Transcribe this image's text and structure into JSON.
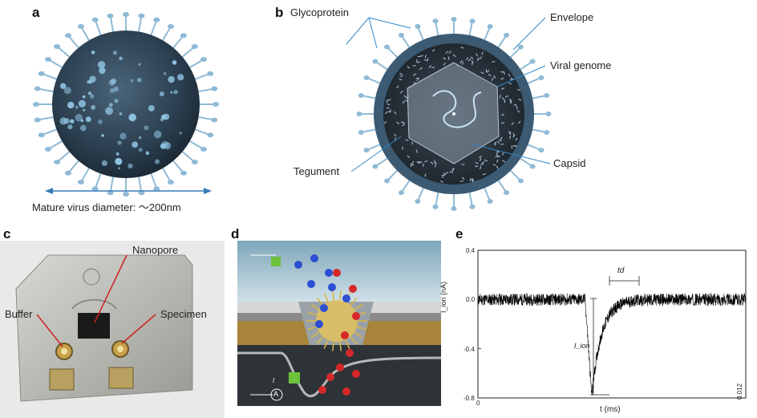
{
  "panels": {
    "a": {
      "letter": "a",
      "caption": "Mature virus diameter: ～200nm"
    },
    "b": {
      "letter": "b",
      "labels": {
        "glycoprotein": "Glycoprotein",
        "envelope": "Envelope",
        "viral_genome": "Viral genome",
        "tegument": "Tegument",
        "capsid": "Capsid"
      }
    },
    "c": {
      "letter": "c",
      "labels": {
        "nanopore": "Nanopore",
        "buffer": "Buffer",
        "specimen": "Specimen"
      }
    },
    "d": {
      "letter": "d",
      "ammeter_symbol": "A",
      "current_label": "I"
    },
    "e": {
      "letter": "e"
    }
  },
  "chart_data": {
    "type": "line",
    "panel": "e",
    "xlabel": "t (ms)",
    "ylabel": "I_ion (nA)",
    "xlim": [
      0,
      0.012
    ],
    "ylim": [
      -0.8,
      0.4
    ],
    "x_ticks": [
      "0",
      "0.012"
    ],
    "y_ticks": [
      "0.4",
      "0.0",
      "-0.4",
      "-0.8"
    ],
    "baseline": 0.0,
    "noise_amplitude": 0.05,
    "event": {
      "onset_t": 0.0048,
      "peak_t": 0.0051,
      "peak_current": -0.78,
      "recovery_t": 0.0065
    },
    "annotations": {
      "td": "td",
      "amplitude": "I_ion"
    },
    "colors": {
      "trace": "#000000"
    }
  }
}
